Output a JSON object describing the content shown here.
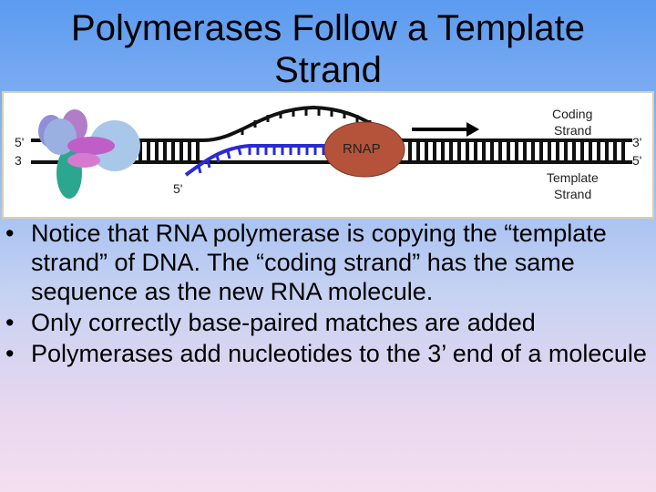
{
  "slide": {
    "title_line1": "Polymerases Follow a Template",
    "title_line2": "Strand"
  },
  "diagram": {
    "label_5prime_top": "5'",
    "label_3prime_bottom_left": "3",
    "label_5prime_rna": "5'",
    "label_rnap": "RNAP",
    "label_coding_line1": "Coding",
    "label_coding_line2": "Strand",
    "label_template_line1": "Template",
    "label_template_line2": "Strand",
    "label_3prime_right": "3'",
    "label_5prime_right": "5'",
    "colors": {
      "dna": "#111111",
      "rna": "#2a2ad8",
      "rnap": "#b5533a",
      "arrow": "#000000"
    }
  },
  "bullets": [
    {
      "symbol": "•",
      "text": "Notice that RNA polymerase is copying the “template strand” of DNA. The “coding strand” has the same sequence as the new RNA molecule."
    },
    {
      "symbol": "•",
      "text": "Only correctly base-paired matches are added"
    },
    {
      "symbol": "•",
      "text": "Polymerases add nucleotides to the 3’ end of a molecule"
    }
  ]
}
